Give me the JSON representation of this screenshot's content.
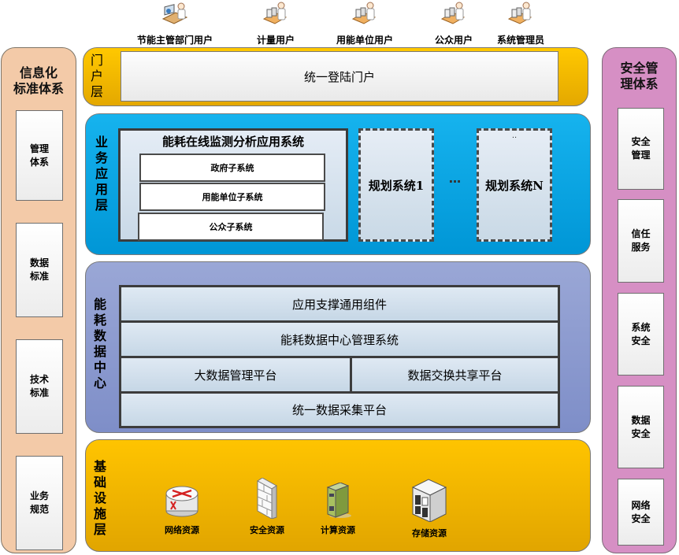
{
  "users": [
    {
      "label": "节能主管部门用户",
      "icon": "user-at-desk-icon"
    },
    {
      "label": "计量用户",
      "icon": "user-at-workstation-icon"
    },
    {
      "label": "用能单位用户",
      "icon": "user-at-workstation-icon"
    },
    {
      "label": "公众用户",
      "icon": "user-at-workstation-icon"
    },
    {
      "label": "系统管理员",
      "icon": "user-at-workstation-icon"
    }
  ],
  "left_column": {
    "title_line1": "信息化",
    "title_line2": "标准体系",
    "items": [
      {
        "line1": "管理",
        "line2": "体系"
      },
      {
        "line1": "数据",
        "line2": "标准"
      },
      {
        "line1": "技术",
        "line2": "标准"
      },
      {
        "line1": "业务",
        "line2": "规范"
      }
    ],
    "color": "#f3caa8"
  },
  "right_column": {
    "title_line1": "安全管",
    "title_line2": "理体系",
    "items": [
      {
        "line1": "安全",
        "line2": "管理"
      },
      {
        "line1": "信任",
        "line2": "服务"
      },
      {
        "line1": "系统",
        "line2": "安全"
      },
      {
        "line1": "数据",
        "line2": "安全"
      },
      {
        "line1": "网络",
        "line2": "安全"
      }
    ],
    "color": "#d68fc4"
  },
  "portal_layer": {
    "label": [
      "门",
      "户",
      "层"
    ],
    "box": "统一登陆门户",
    "color": "#ffc800"
  },
  "business_layer": {
    "label": [
      "业",
      "务",
      "应",
      "用",
      "层"
    ],
    "main_system": {
      "title": "能耗在线监测分析应用系统",
      "subsystems": [
        "政府子系统",
        "用能单位子系统",
        "公众子系统"
      ]
    },
    "planned_1": "规划系统1",
    "ellipsis": "···",
    "planned_n": "规划系统N",
    "planned_n_dots": "..",
    "color": "#0aa6e4"
  },
  "data_center_layer": {
    "label": [
      "能",
      "耗",
      "数",
      "据",
      "中",
      "心"
    ],
    "rows": {
      "components": "应用支撑通用组件",
      "management": "能耗数据中心管理系统",
      "bigdata": "大数据管理平台",
      "exchange": "数据交换共享平台",
      "collection": "统一数据采集平台"
    },
    "color": "#8c9bcf"
  },
  "infra_layer": {
    "label": [
      "基",
      "础",
      "设",
      "施",
      "层"
    ],
    "resources": [
      {
        "label": "网络资源",
        "icon": "router-icon"
      },
      {
        "label": "安全资源",
        "icon": "firewall-icon"
      },
      {
        "label": "计算资源",
        "icon": "server-icon"
      },
      {
        "label": "存储资源",
        "icon": "storage-icon"
      }
    ],
    "color": "#f5b800"
  }
}
